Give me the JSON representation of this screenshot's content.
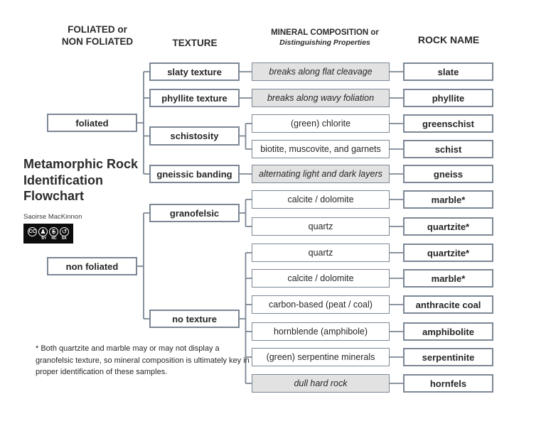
{
  "headers": {
    "col1_line1": "FOLIATED or",
    "col1_line2": "NON FOLIATED",
    "col2": "TEXTURE",
    "col3_line1": "MINERAL COMPOSITION or",
    "col3_line2": "Distinguishing Properties",
    "col4": "ROCK NAME"
  },
  "title": {
    "line1": "Metamorphic Rock",
    "line2": "Identification",
    "line3": "Flowchart"
  },
  "credit": {
    "author": "Saoirse MacKinnon",
    "license_icons": [
      "cc-icon",
      "by-person-icon",
      "nc-no-dollar-icon",
      "sa-arrow-icon"
    ],
    "license_glyphs": [
      "CC",
      "♟",
      "$",
      "↺"
    ],
    "license_labels": [
      "BY",
      "NC",
      "SA"
    ]
  },
  "foliation_boxes": [
    {
      "label": "foliated"
    },
    {
      "label": "non foliated"
    }
  ],
  "texture_boxes": [
    {
      "label": "slaty texture"
    },
    {
      "label": "phyllite texture"
    },
    {
      "label": "schistosity"
    },
    {
      "label": "gneissic banding"
    },
    {
      "label": "granofelsic"
    },
    {
      "label": "no texture"
    }
  ],
  "rows": [
    {
      "mineral": "breaks along flat cleavage",
      "rock": "slate",
      "shaded": true
    },
    {
      "mineral": "breaks along wavy foliation",
      "rock": "phyllite",
      "shaded": true
    },
    {
      "mineral": "(green) chlorite",
      "rock": "greenschist",
      "shaded": false
    },
    {
      "mineral": "biotite, muscovite, and garnets",
      "rock": "schist",
      "shaded": false
    },
    {
      "mineral": "alternating light and dark layers",
      "rock": "gneiss",
      "shaded": true
    },
    {
      "mineral": "calcite / dolomite",
      "rock": "marble*",
      "shaded": false
    },
    {
      "mineral": "quartz",
      "rock": "quartzite*",
      "shaded": false
    },
    {
      "mineral": "quartz",
      "rock": "quartzite*",
      "shaded": false
    },
    {
      "mineral": "calcite / dolomite",
      "rock": "marble*",
      "shaded": false
    },
    {
      "mineral": "carbon-based (peat / coal)",
      "rock": "anthracite coal",
      "shaded": false
    },
    {
      "mineral": "hornblende (amphibole)",
      "rock": "amphibolite",
      "shaded": false
    },
    {
      "mineral": "(green) serpentine minerals",
      "rock": "serpentinite",
      "shaded": false
    },
    {
      "mineral": "dull hard rock",
      "rock": "hornfels",
      "shaded": true
    }
  ],
  "footnote": "* Both quartzite and marble may or may not display a granofelsic texture, so mineral composition is ultimately key in proper identification of these samples.",
  "colors": {
    "border": "#7b8795",
    "connector": "#7b8795",
    "shaded_fill": "#e2e2e2",
    "box_fill": "#ffffff",
    "text": "#262626",
    "badge_bg": "#0d0d0d"
  }
}
